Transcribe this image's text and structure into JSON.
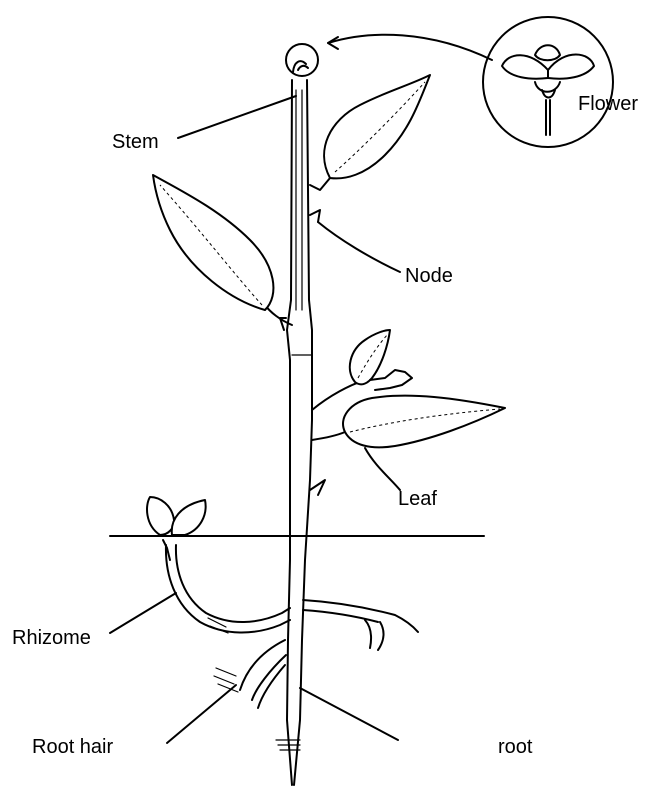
{
  "labels": {
    "stem": "Stem",
    "flower": "Flower",
    "node": "Node",
    "leaf": "Leaf",
    "rhizome": "Rhizome",
    "root_hair": "Root hair",
    "root": "root"
  }
}
